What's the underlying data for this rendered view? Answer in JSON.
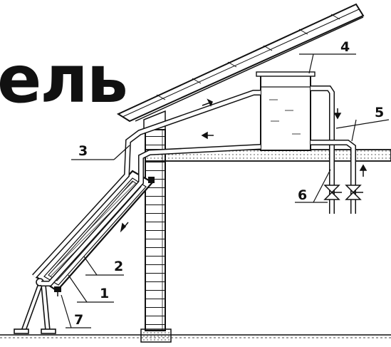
{
  "heading_fragment": "ель",
  "labels": {
    "absorber": "1",
    "housing": "2",
    "hot_pipe": "3",
    "tank": "4",
    "cold_inlet": "5",
    "hot_outlet": "6",
    "drain": "7"
  },
  "colors": {
    "ink": "#111111",
    "paper": "#ffffff"
  }
}
